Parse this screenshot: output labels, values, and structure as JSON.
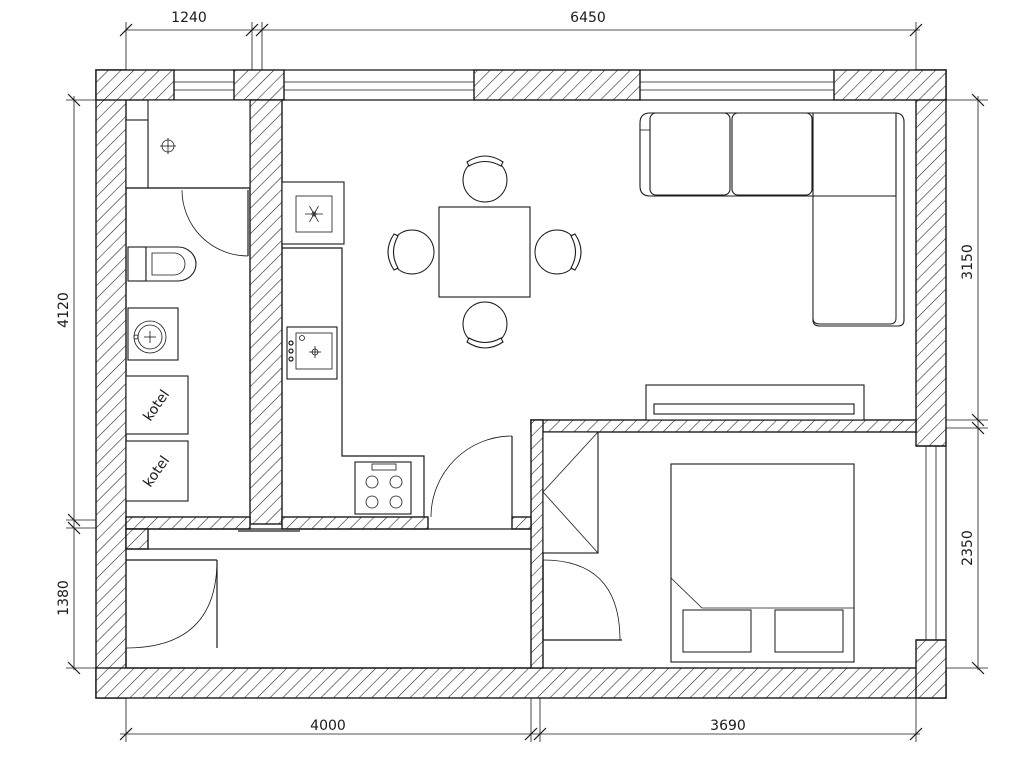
{
  "dimensions": {
    "top_left": "1240",
    "top_right": "6450",
    "left_upper": "4120",
    "left_lower": "1380",
    "right_upper": "3150",
    "right_lower": "2350",
    "bottom_left": "4000",
    "bottom_right": "3690"
  },
  "labels": {
    "boiler_1": "kotel",
    "boiler_2": "kotel"
  }
}
